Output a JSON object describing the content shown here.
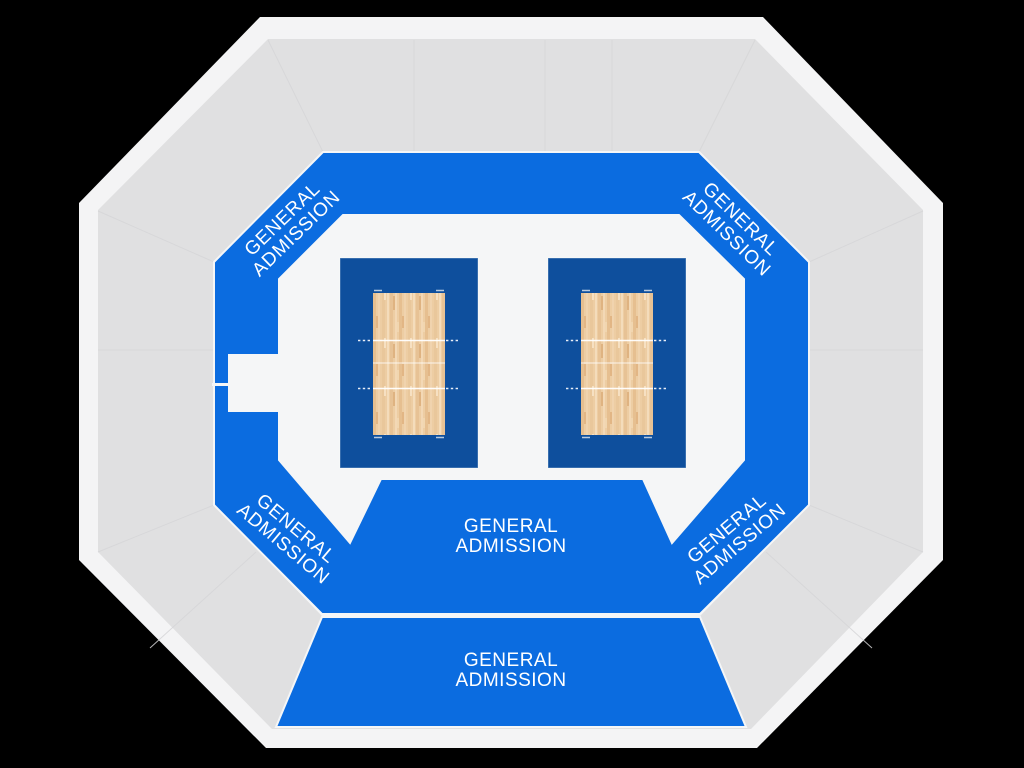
{
  "venue_map": {
    "type": "arena-seating-chart",
    "colors": {
      "background": "#000000",
      "outer_concourse": "#f4f4f5",
      "upper_ring_gray": "#e0e0e1",
      "floor_white": "#f5f6f7",
      "section_blue": "#0b6ce0",
      "court_surround_blue": "#0e4f9d",
      "court_wood": "#edcda3",
      "court_line": "#ffffff",
      "label_text": "#ffffff"
    },
    "sections": [
      {
        "id": "ga-upper-left-corner",
        "label_line1": "GENERAL",
        "label_line2": "ADMISSION"
      },
      {
        "id": "ga-upper-right-corner",
        "label_line1": "GENERAL",
        "label_line2": "ADMISSION"
      },
      {
        "id": "ga-lower-left-band",
        "label_line1": "GENERAL",
        "label_line2": "ADMISSION"
      },
      {
        "id": "ga-lower-right-band",
        "label_line1": "GENERAL",
        "label_line2": "ADMISSION"
      },
      {
        "id": "ga-floor-upper",
        "label_line1": "GENERAL",
        "label_line2": "ADMISSION"
      },
      {
        "id": "ga-floor-lower",
        "label_line1": "GENERAL",
        "label_line2": "ADMISSION"
      }
    ],
    "courts": {
      "count": 2,
      "type": "volleyball-court"
    }
  }
}
